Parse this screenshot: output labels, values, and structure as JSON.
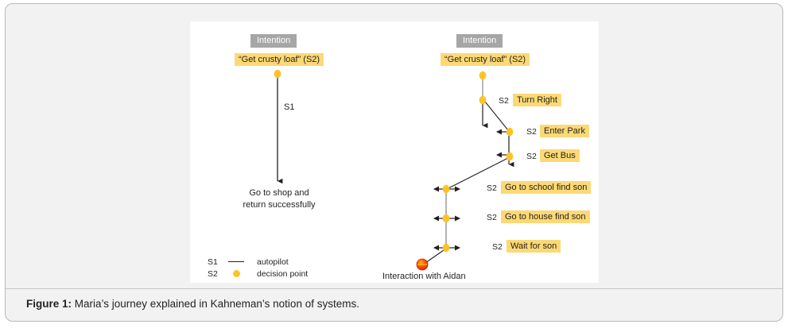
{
  "figure": {
    "caption_label": "Figure 1:",
    "caption_text": " Maria’s journey explained in Kahneman’s notion of systems."
  },
  "left_flow": {
    "intention_badge": "Intention",
    "goal_label": "“Get crusty loaf” (S2)",
    "path_label": "S1",
    "outcome_line1": "Go to shop and",
    "outcome_line2": "return successfully"
  },
  "right_flow": {
    "intention_badge": "Intention",
    "goal_label": "“Get crusty loaf” (S2)",
    "endpoint_label": "Interaction with Aidan",
    "steps": [
      {
        "system": "S2",
        "label": "Turn Right"
      },
      {
        "system": "S2",
        "label": "Enter Park"
      },
      {
        "system": "S2",
        "label": "Get Bus"
      },
      {
        "system": "S2",
        "label": "Go to school find son"
      },
      {
        "system": "S2",
        "label": "Go to house find son"
      },
      {
        "system": "S2",
        "label": "Wait for son"
      }
    ]
  },
  "legend": {
    "rows": [
      {
        "key": "S1",
        "mark": "line",
        "text": "autopilot"
      },
      {
        "key": "S2",
        "mark": "dot",
        "text": "decision point"
      }
    ]
  },
  "colors": {
    "highlight_yellow": "#fcd975",
    "node_yellow": "#ffc328",
    "badge_gray": "#a6a6a6",
    "endpoint_red": "#f23a1c",
    "stroke_dark": "#231f20",
    "page_background": "#f2f2f2",
    "panel_background": "#ffffff"
  }
}
